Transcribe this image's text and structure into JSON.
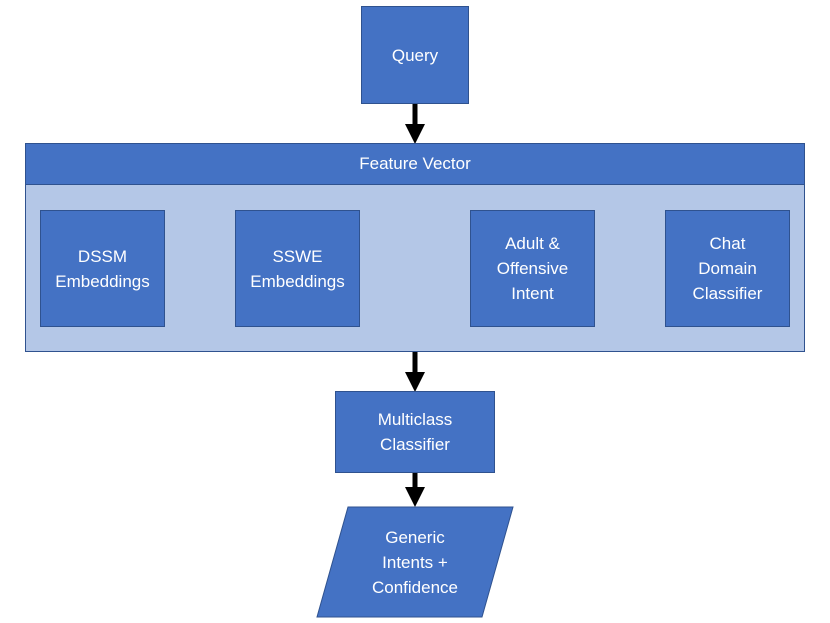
{
  "nodes": {
    "query": [
      "Query"
    ],
    "feature_vector": "Feature Vector",
    "dssm": [
      "DSSM",
      "Embeddings"
    ],
    "sswe": [
      "SSWE",
      "Embeddings"
    ],
    "adult": [
      "Adult &",
      "Offensive",
      "Intent"
    ],
    "chat": [
      "Chat",
      "Domain",
      "Classifier"
    ],
    "multiclass": [
      "Multiclass",
      "Classifier"
    ],
    "output": [
      "Generic",
      "Intents +",
      "Confidence"
    ]
  },
  "colors": {
    "box_fill": "#4472c4",
    "box_border": "#2f528f",
    "container_fill": "#b4c7e7",
    "arrow": "#000000",
    "text": "#ffffff"
  }
}
